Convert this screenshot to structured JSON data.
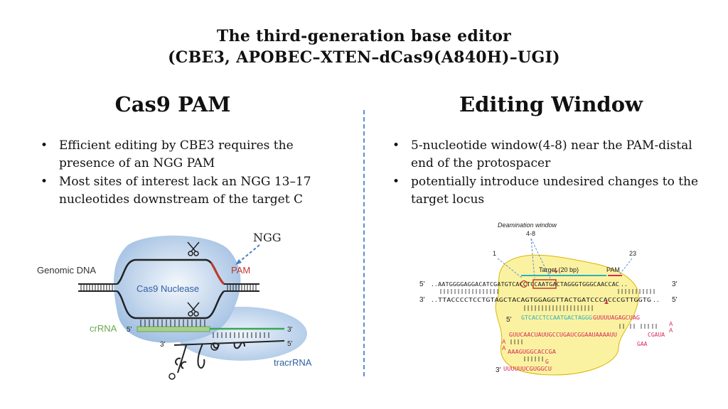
{
  "title": {
    "line1": "The third-generation base editor",
    "line2": "(CBE3, APOBEC–XTEN–dCas9(A840H)–UGI)"
  },
  "left": {
    "heading": "Cas9 PAM",
    "bullets": [
      "Efficient editing by CBE3 requires the presence of an NGG PAM",
      "Most sites of interest lack an NGG 13–17 nucleotides downstream of the target C"
    ],
    "diagram": {
      "ngg": "NGG",
      "genomic_dna": "Genomic DNA",
      "pam": "PAM",
      "nuclease": "Cas9 Nuclease",
      "crrna": "crRNA",
      "tracrrna": "tracrRNA",
      "five_prime": "5'",
      "three_prime": "3'"
    }
  },
  "right": {
    "heading": "Editing Window",
    "bullets": [
      "5-nucleotide window(4-8) near the PAM-distal end of the protospacer",
      "potentially introduce undesired changes to the target locus"
    ],
    "diagram": {
      "deamination": "Deamination window",
      "range": "4-8",
      "pos1": "1",
      "pos23": "23",
      "target": "Target (20 bp)",
      "pam": "PAM",
      "top_strand": "AATGGGGAGGACATCGATGTCACCTCCAATGACTAGGGTGGGCAACCAC",
      "bottom_strand": "TTACCCCTCCTGTAGCTACAGTGGAGGTTACTGATCCCACCCGTTGGTG",
      "guide_blue": "GTCACCTCCAATGACTAGGG",
      "guide_red": "GUUUUAGAGCUAG",
      "loop_a": "A",
      "row3": "GUUCAACUAUUGCCUGAUCGGAAUAAAAUU",
      "row3b": "CGAUA",
      "gaa": "GAA",
      "row4": "AAAGUGGCACCGA",
      "row5": "UUUUUUCGUGGCU",
      "g_char": "G",
      "five_prime": "5'",
      "three_prime": "3'",
      "dots": ".."
    }
  }
}
